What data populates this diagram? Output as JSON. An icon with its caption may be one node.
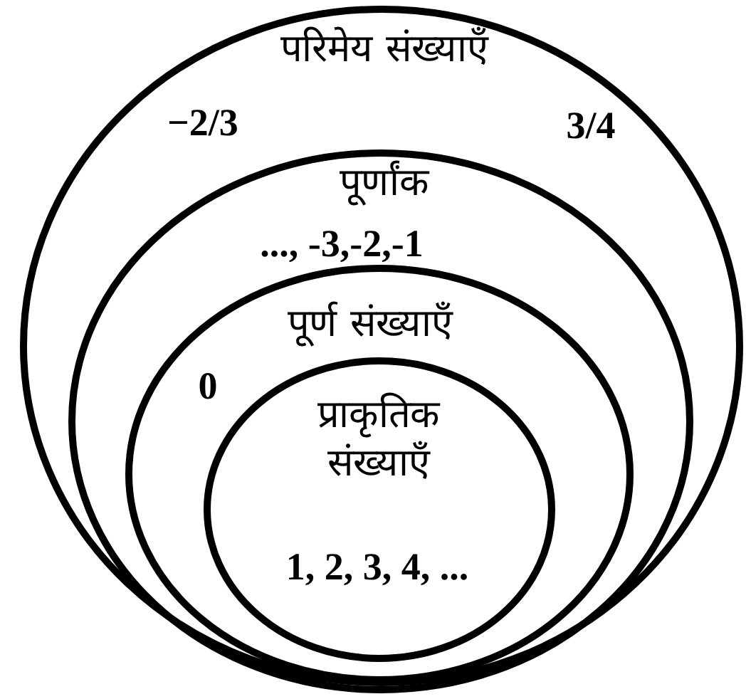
{
  "diagram": {
    "nodes": [
      {
        "text": [
          "परिमेय संख्याएँ",
          "−2/3",
          "3/4"
        ]
      },
      {
        "text": [
          "पूर्णांक",
          "..., -3,-2,-1"
        ],
        "in": 0
      },
      {
        "text": [
          "पूर्ण संख्याएँ",
          "0"
        ],
        "in": 1
      },
      {
        "text": [
          "प्राकृतिक संख्याएँ",
          "1, 2, 3, 4, ..."
        ],
        "in": 2
      }
    ]
  }
}
